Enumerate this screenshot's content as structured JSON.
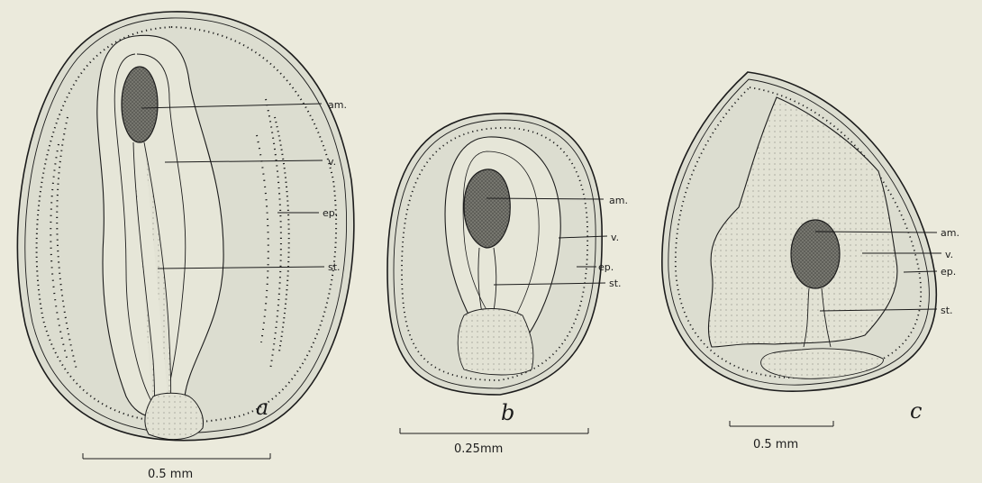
{
  "colors": {
    "background": "#ebeadc",
    "ink": "#1c1c1c",
    "capsule_fill": "#dcddd0",
    "vesicle_fill": "#e6e6d8",
    "ampulla_fill": "#6a6a64"
  },
  "panels": [
    {
      "letter": "a",
      "scale": "0.5 mm",
      "labels": {
        "am": "am.",
        "v": "v.",
        "ep": "ep.",
        "st": "st."
      }
    },
    {
      "letter": "b",
      "scale": "0.25mm",
      "labels": {
        "am": "am.",
        "v": "v.",
        "ep": "ep.",
        "st": "st."
      }
    },
    {
      "letter": "c",
      "scale": "0.5 mm",
      "labels": {
        "am": "am.",
        "v": "v.",
        "ep": "ep.",
        "st": "st."
      }
    }
  ]
}
